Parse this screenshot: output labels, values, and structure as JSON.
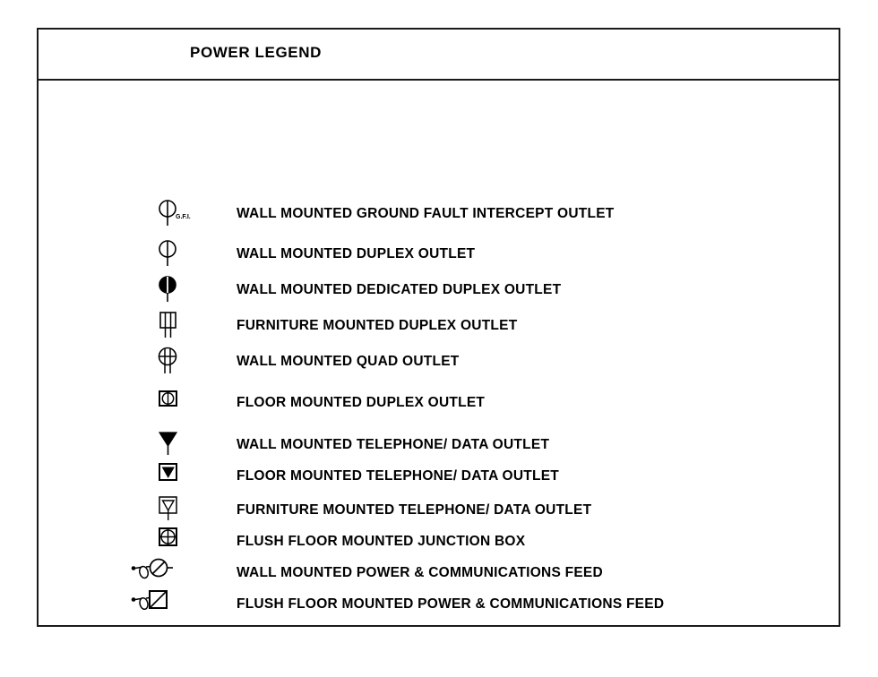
{
  "legend": {
    "title": "POWER LEGEND",
    "rows": [
      {
        "symbol": "wall-mounted-gfi-outlet-symbol",
        "annotation": "G.F.I.",
        "label": "WALL MOUNTED GROUND FAULT INTERCEPT OUTLET"
      },
      {
        "symbol": "wall-mounted-duplex-outlet-symbol",
        "annotation": "",
        "label": "WALL MOUNTED DUPLEX OUTLET"
      },
      {
        "symbol": "wall-mounted-dedicated-duplex-outlet-symbol",
        "annotation": "",
        "label": "WALL MOUNTED DEDICATED DUPLEX OUTLET"
      },
      {
        "symbol": "furniture-mounted-duplex-outlet-symbol",
        "annotation": "",
        "label": "FURNITURE MOUNTED DUPLEX OUTLET"
      },
      {
        "symbol": "wall-mounted-quad-outlet-symbol",
        "annotation": "",
        "label": "WALL MOUNTED QUAD OUTLET"
      },
      {
        "symbol": "floor-mounted-duplex-outlet-symbol",
        "annotation": "",
        "label": "FLOOR MOUNTED DUPLEX OUTLET"
      },
      {
        "symbol": "wall-mounted-telephone-data-outlet-symbol",
        "annotation": "",
        "label": "WALL MOUNTED TELEPHONE/ DATA OUTLET"
      },
      {
        "symbol": "floor-mounted-telephone-data-outlet-symbol",
        "annotation": "",
        "label": "FLOOR MOUNTED TELEPHONE/ DATA OUTLET"
      },
      {
        "symbol": "furniture-mounted-telephone-data-outlet-symbol",
        "annotation": "",
        "label": "FURNITURE MOUNTED TELEPHONE/ DATA OUTLET"
      },
      {
        "symbol": "flush-floor-mounted-junction-box-symbol",
        "annotation": "",
        "label": "FLUSH FLOOR MOUNTED JUNCTION BOX"
      },
      {
        "symbol": "wall-mounted-power-communications-feed-symbol",
        "annotation": "",
        "label": "WALL MOUNTED POWER & COMMUNICATIONS FEED"
      },
      {
        "symbol": "flush-floor-mounted-power-communications-feed-symbol",
        "annotation": "",
        "label": "FLUSH FLOOR MOUNTED POWER & COMMUNICATIONS FEED"
      }
    ]
  },
  "colors": {
    "ink": "#1a1a1a",
    "paper": "#ffffff",
    "fill": "#000000"
  }
}
